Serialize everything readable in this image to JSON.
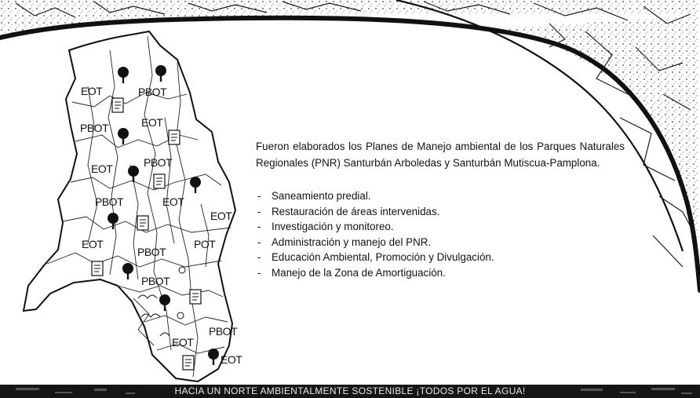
{
  "slide": {
    "intro_text": "Fueron elaborados los Planes de Manejo ambiental de los Parques Naturales Regionales (PNR) Santurbán Arboledas y Santurbán Mutiscua-Pamplona.",
    "bullets": [
      "Saneamiento predial.",
      "Restauración de áreas intervenidas.",
      "Investigación y monitoreo.",
      "Administración y manejo del PNR.",
      "Educación Ambiental, Promoción y Divulgación.",
      "Manejo de la Zona de Amortiguación."
    ],
    "footer_text": "HACIA UN NORTE AMBIENTALMENTE SOSTENIBLE ¡TODOS POR EL AGUA!"
  },
  "map": {
    "labels": {
      "eot_1": "EOT",
      "pbot_1": "PBOT",
      "pbot_2": "PBOT",
      "eot_2": "EOT",
      "eot_3": "EOT",
      "pbot_3": "PBOT",
      "pbot_4": "PBOT",
      "eot_4": "EOT",
      "eot_5": "EOT",
      "eot_6": "EOT",
      "pbot_5": "PBOT",
      "pot_1": "POT",
      "pbot_6": "PBOT",
      "pbot_7": "PBOT",
      "eot_7": "EOT",
      "eot_8": "EOT"
    }
  },
  "colors": {
    "accent": "#111111",
    "background": "#ffffff",
    "footer_bg": "#161616",
    "footer_text": "#e8e8e8"
  }
}
